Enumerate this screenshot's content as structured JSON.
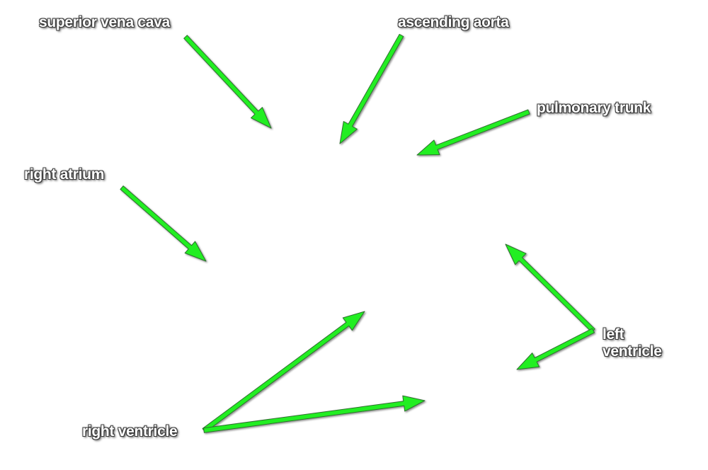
{
  "labels": {
    "superior_vena_cava": "superior vena cava",
    "ascending_aorta": "ascending aorta",
    "pulmonary_trunk": "pulmonary trunk",
    "right_atrium": "right atrium",
    "left_ventricle_line1": "left",
    "left_ventricle_line2": "ventricle",
    "right_ventricle": "right ventricle"
  },
  "colors": {
    "arrow_fill": "#22ee22",
    "arrow_outline": "#2f6f2f",
    "label_text": "#ffffff",
    "label_outline": "#3a3a3a",
    "background": "#ffffff"
  }
}
